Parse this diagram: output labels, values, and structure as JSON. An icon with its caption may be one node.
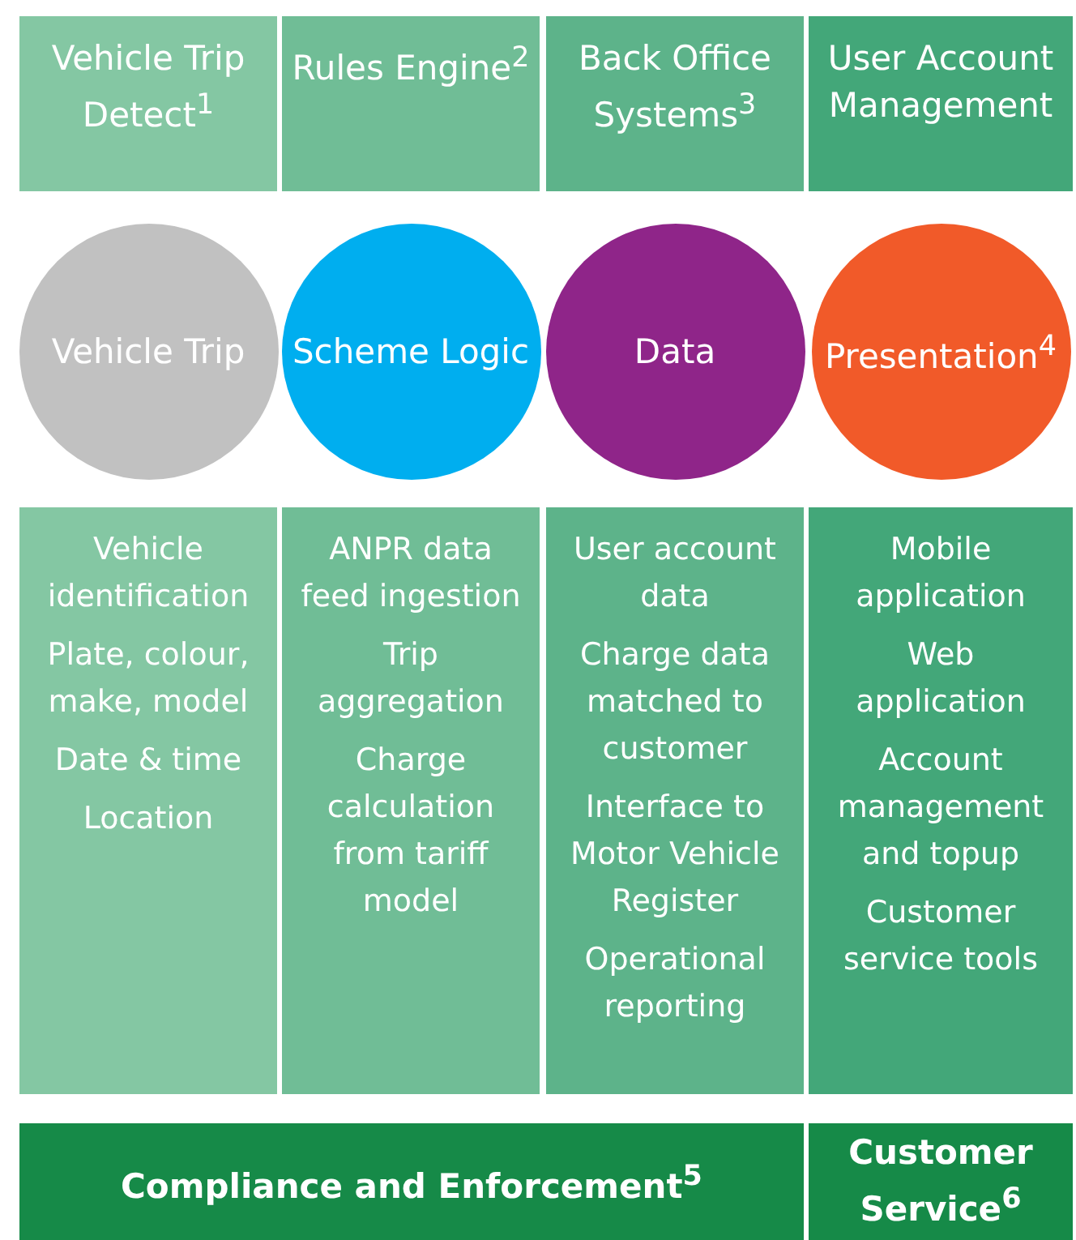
{
  "diagram": {
    "nodes": [
      {
        "text": [
          "Vehicle Trip Detect$^{1}$"
        ]
      },
      {
        "text": [
          "Rules Engine$^{2}$"
        ]
      },
      {
        "text": [
          "Back Office Systems$^{3}$"
        ]
      },
      {
        "text": [
          "User Account Management"
        ]
      },
      {
        "text": [
          "Vehicle Trip"
        ]
      },
      {
        "text": [
          "Scheme Logic"
        ]
      },
      {
        "text": [
          "Data"
        ]
      },
      {
        "text": [
          "Presentation$^{4}$"
        ]
      },
      {
        "text": [
          "Vehicle identification",
          "Plate, colour, make, model",
          "Date & time",
          "Location"
        ]
      },
      {
        "text": [
          "ANPR data feed ingestion",
          "Trip aggregation",
          "Charge calculation from tariff model"
        ]
      },
      {
        "text": [
          "User account data",
          "Charge data matched to customer",
          "Interface to Motor Vehicle Register",
          "Operational reporting"
        ]
      },
      {
        "text": [
          "Mobile application",
          "Web application",
          "Account management and topup",
          "Customer service tools"
        ]
      },
      {
        "text": [
          "Compliance and Enforcement$^{5}$"
        ]
      },
      {
        "text": [
          "Customer Service$^{6}$"
        ]
      }
    ]
  }
}
